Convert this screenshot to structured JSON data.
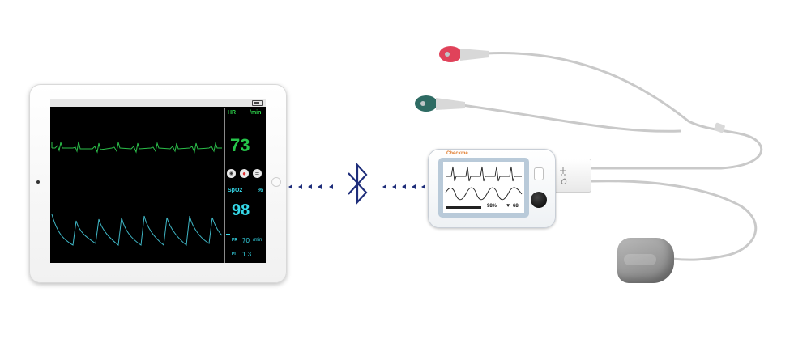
{
  "tablet": {
    "hr_label": "HR",
    "hr_unit": "/min",
    "hr_value": "73",
    "spo2_label": "SpO2",
    "spo2_unit": "%",
    "spo2_value": "98",
    "pr_label": "PR",
    "pr_value": "70",
    "pr_unit": "/min",
    "pi_label": "PI",
    "pi_value": "1.3",
    "ecg_color": "#2bbf4a",
    "pleth_color": "#3fb7c6"
  },
  "device": {
    "brand": "Checkme",
    "spo2_readout": "98%",
    "hr_readout": "68"
  },
  "icons": {
    "camera": "camera-icon",
    "record": "record-icon",
    "menu": "menu-icon",
    "bluetooth": "bluetooth-icon",
    "heart": "heart-icon"
  },
  "colors": {
    "bluetooth": "#1e2d7a",
    "ecg_lead_red": "#e0425a",
    "ecg_lead_green": "#2e6b63",
    "cable": "#c9c9c9"
  }
}
